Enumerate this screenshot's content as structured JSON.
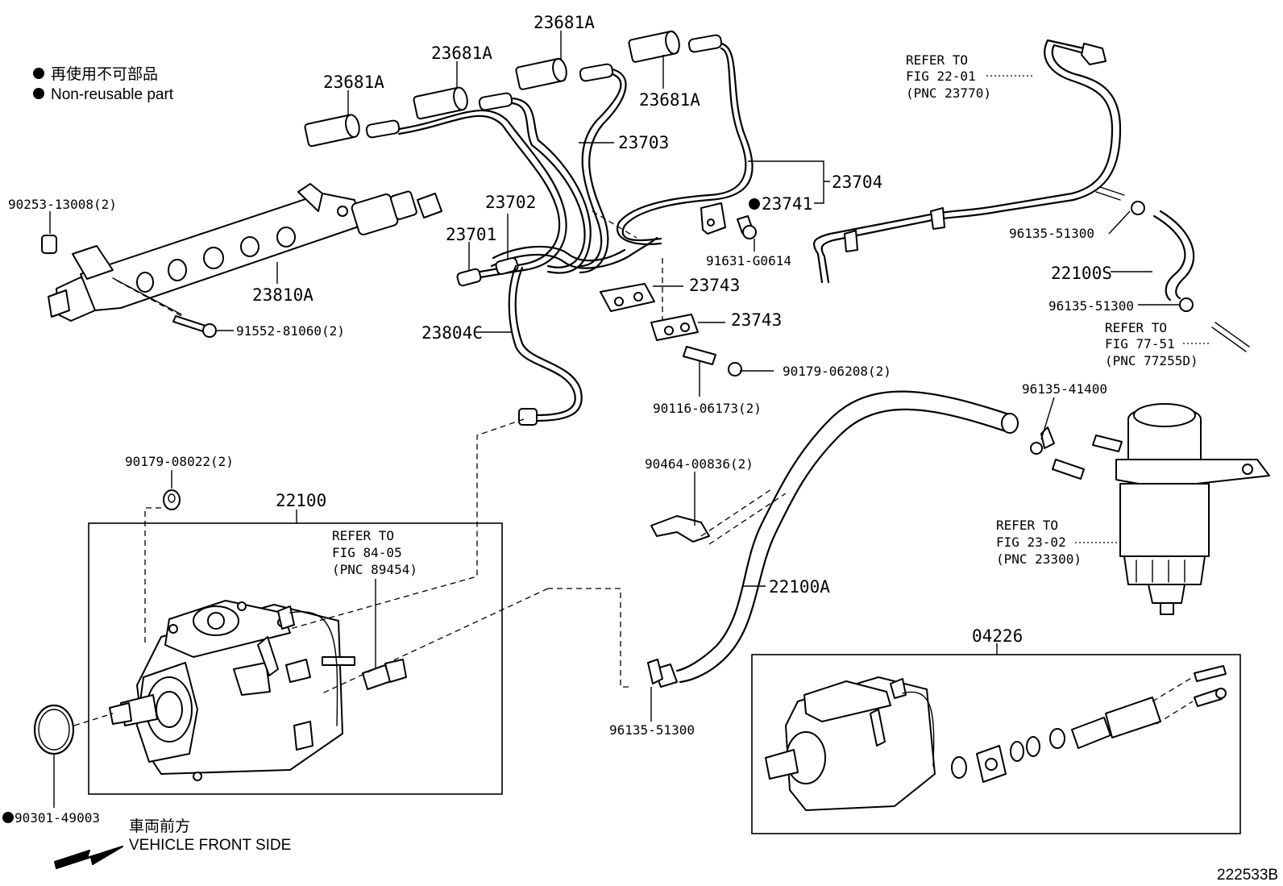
{
  "legend": {
    "jp": "再使用不可部品",
    "en": "Non-reusable part"
  },
  "parts": {
    "p23681A_1": "23681A",
    "p23681A_2": "23681A",
    "p23681A_3": "23681A",
    "p23681A_4": "23681A",
    "p23703": "23703",
    "p23704": "23704",
    "p23741": "23741",
    "p23702": "23702",
    "p23701": "23701",
    "p23743_a": "23743",
    "p23743_b": "23743",
    "p23804C": "23804C",
    "p23810A": "23810A",
    "p90253": "90253-13008(2)",
    "p91552": "91552-81060(2)",
    "p91631": "91631-G0614",
    "p90179_06208": "90179-06208(2)",
    "p90116": "90116-06173(2)",
    "p96135_51300_a": "96135-51300",
    "p22100S": "22100S",
    "p96135_51300_b": "96135-51300",
    "p96135_41400": "96135-41400",
    "p90464": "90464-00836(2)",
    "p22100A": "22100A",
    "p96135_51300_c": "96135-51300",
    "p90179_08022": "90179-08022(2)",
    "p22100": "22100",
    "p90301": "90301-49003",
    "p04226": "04226"
  },
  "references": {
    "ref_22_01": {
      "line1": "REFER TO",
      "line2": "FIG 22-01",
      "line3": "(PNC 23770)"
    },
    "ref_77_51": {
      "line1": "REFER TO",
      "line2": "FIG 77-51",
      "line3": "(PNC 77255D)"
    },
    "ref_23_02": {
      "line1": "REFER TO",
      "line2": "FIG 23-02",
      "line3": "(PNC 23300)"
    },
    "ref_84_05": {
      "line1": "REFER TO",
      "line2": "FIG 84-05",
      "line3": "(PNC 89454)"
    }
  },
  "front": {
    "jp": "車両前方",
    "en": "VEHICLE FRONT SIDE"
  },
  "figure_id": "222533B"
}
